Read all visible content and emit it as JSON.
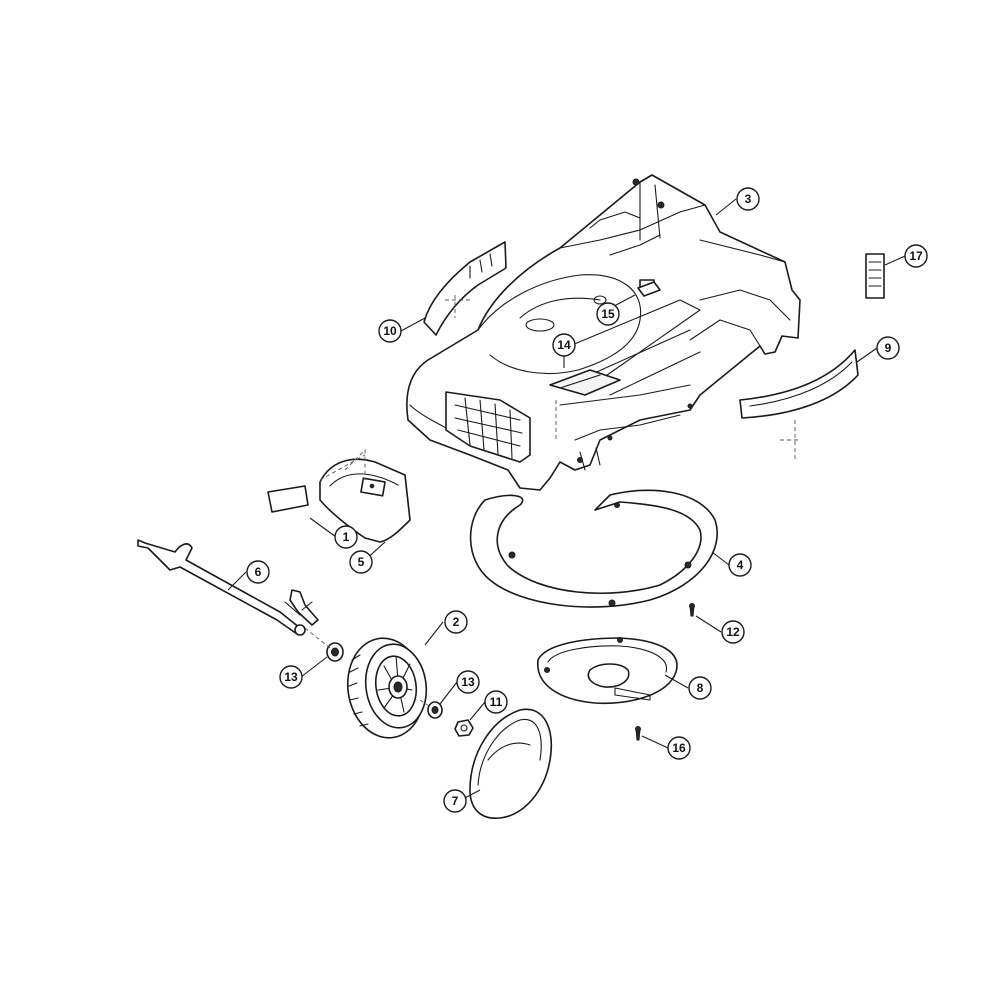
{
  "diagram": {
    "callouts": [
      {
        "id": "c1",
        "label": "1"
      },
      {
        "id": "c2",
        "label": "2"
      },
      {
        "id": "c3",
        "label": "3"
      },
      {
        "id": "c4",
        "label": "4"
      },
      {
        "id": "c5",
        "label": "5"
      },
      {
        "id": "c6",
        "label": "6"
      },
      {
        "id": "c7",
        "label": "7"
      },
      {
        "id": "c8",
        "label": "8"
      },
      {
        "id": "c9",
        "label": "9"
      },
      {
        "id": "c10",
        "label": "10"
      },
      {
        "id": "c11",
        "label": "11"
      },
      {
        "id": "c12",
        "label": "12"
      },
      {
        "id": "c13a",
        "label": "13"
      },
      {
        "id": "c13b",
        "label": "13"
      },
      {
        "id": "c14",
        "label": "14"
      },
      {
        "id": "c15",
        "label": "15"
      },
      {
        "id": "c16",
        "label": "16"
      },
      {
        "id": "c17",
        "label": "17"
      }
    ]
  }
}
